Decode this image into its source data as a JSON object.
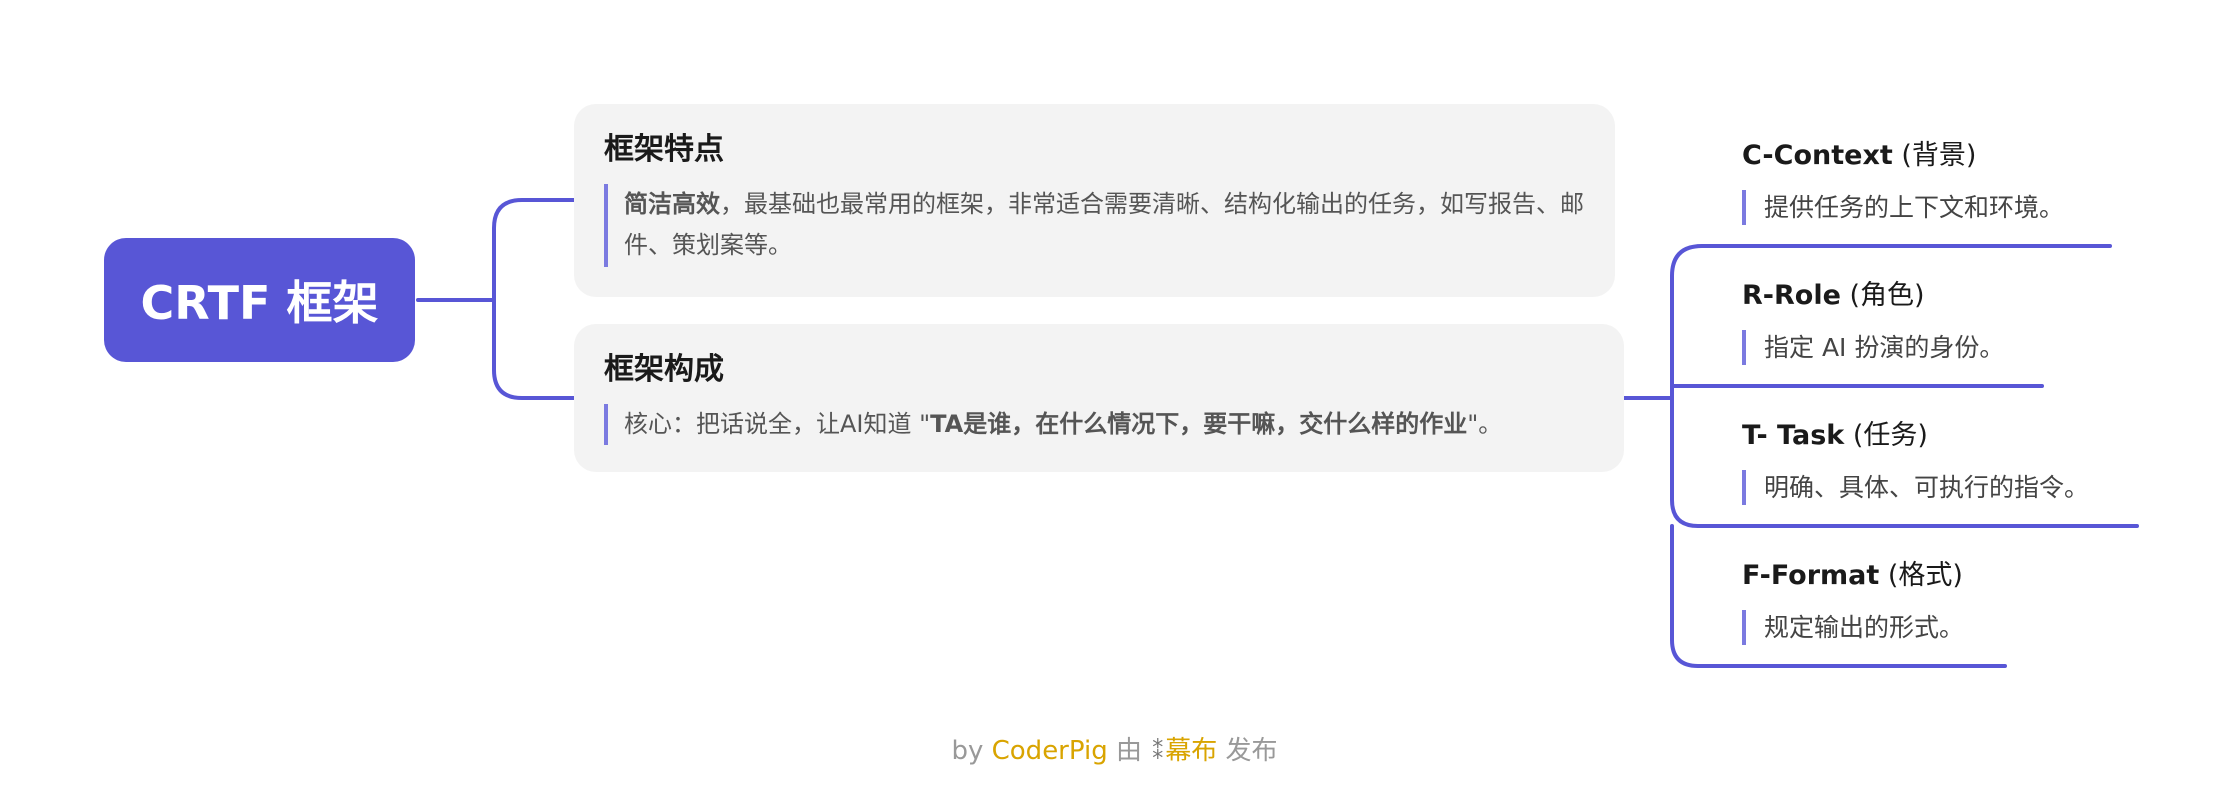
{
  "root": {
    "label": "CRTF 框架"
  },
  "cards": [
    {
      "title": "框架特点",
      "body_bold": "简洁高效",
      "body_rest": "，最基础也最常用的框架，非常适合需要清晰、结构化输出的任务，如写报告、邮件、策划案等。"
    },
    {
      "title": "框架构成",
      "body_prefix": "核心：把话说全，让AI知道 \"",
      "body_bold": "TA是谁，在什么情况下，要干嘛，交什么样的作业",
      "body_suffix": "\"。"
    }
  ],
  "branches": [
    {
      "title_bold": "C-Context",
      "title_rest": " (背景)",
      "desc": "提供任务的上下文和环境。"
    },
    {
      "title_bold": "R-Role",
      "title_rest": " (角色)",
      "desc": "指定 AI 扮演的身份。"
    },
    {
      "title_bold": "T- Task",
      "title_rest": " (任务)",
      "desc": "明确、具体、可执行的指令。"
    },
    {
      "title_bold": "F-Format",
      "title_rest": " (格式)",
      "desc": "规定输出的形式。"
    }
  ],
  "footer": {
    "by": "by ",
    "author": "CoderPig",
    "mid": " 由 ",
    "logo_glyph": "⁑",
    "brand": "幕布",
    "suffix": " 发布"
  },
  "colors": {
    "accent": "#5856d6",
    "line": "#5856d6",
    "card_bg": "#f3f3f3",
    "quote_bar": "#7b7ae0",
    "footer_accent": "#d9a400"
  }
}
